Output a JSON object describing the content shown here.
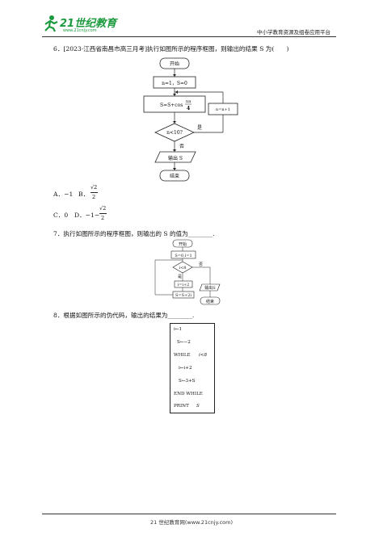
{
  "header": {
    "logo_brand": "21世纪教育",
    "logo_url": "www.21cnjy.com",
    "right_text": "中小学教育资源及组卷应用平台"
  },
  "q6": {
    "stem": "6．[2023·江西省南昌市高三月考]执行如图所示的程序框图，则输出的结果 S 为(　　)",
    "flow": {
      "start": "开始",
      "init": "n=1，S=0",
      "update": "S=S+cos",
      "frac_num": "nπ",
      "frac_den": "4",
      "cond": "n<10?",
      "yes": "是",
      "no": "否",
      "incr": "n=n+1",
      "output": "输出 S",
      "end": "结束"
    },
    "options": {
      "A": "A．−1",
      "B": "B．",
      "B_num": "√2",
      "B_den": "2",
      "C": "C．0",
      "D": "D．−1−",
      "D_num": "√2",
      "D_den": "2"
    }
  },
  "q7": {
    "stem": "7．执行如图所示的程序框图，则输出的 S 的值为________.",
    "flow": {
      "start": "开始",
      "init": "S=0,i=1",
      "cond": "i<8",
      "no": "否",
      "yes": "是",
      "incr": "i=i+2",
      "update": "S=S+2i",
      "output": "输出S",
      "end": "结束"
    }
  },
  "q8": {
    "stem": "8．根据如图所示的伪代码，输出的结果为________.",
    "code": {
      "l1": "i←1",
      "l2": "S←−2",
      "l3a": "WHILE",
      "l3b": "i<8",
      "l4": "i←i+2",
      "l5": "S←3+S",
      "l6": "END  WHILE",
      "l7a": "PRINT",
      "l7b": "S"
    }
  },
  "footer": {
    "text": "21 世纪教育网(www.21cnjy.com)"
  }
}
